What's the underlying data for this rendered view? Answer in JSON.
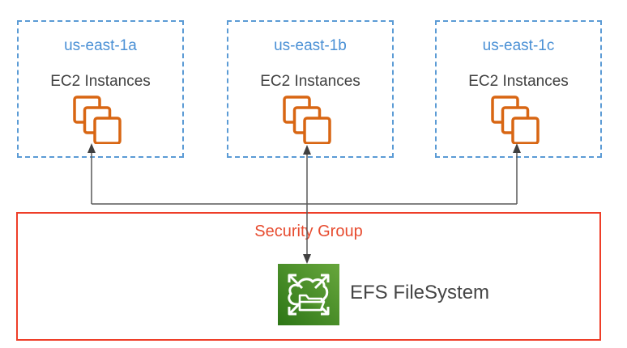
{
  "zones": [
    {
      "name": "us-east-1a",
      "instances_label": "EC2 Instances"
    },
    {
      "name": "us-east-1b",
      "instances_label": "EC2 Instances"
    },
    {
      "name": "us-east-1c",
      "instances_label": "EC2 Instances"
    }
  ],
  "security_group": {
    "label": "Security Group"
  },
  "efs": {
    "label": "EFS FileSystem"
  },
  "icons": {
    "ec2_instances": "stacked-orange-squares-icon",
    "efs_filesystem": "green-cloud-folder-expand-icon",
    "connectors": "up-down-arrow-lines"
  },
  "colors": {
    "az_border_blue": "#5B9BD5",
    "az_title_blue": "#4A90D5",
    "text_dark": "#404040",
    "ec2_orange": "#D86613",
    "security_red": "#EE3E28",
    "efs_green_dark": "#2D7616",
    "efs_green_light": "#67A63C",
    "connector_gray": "#595959"
  }
}
